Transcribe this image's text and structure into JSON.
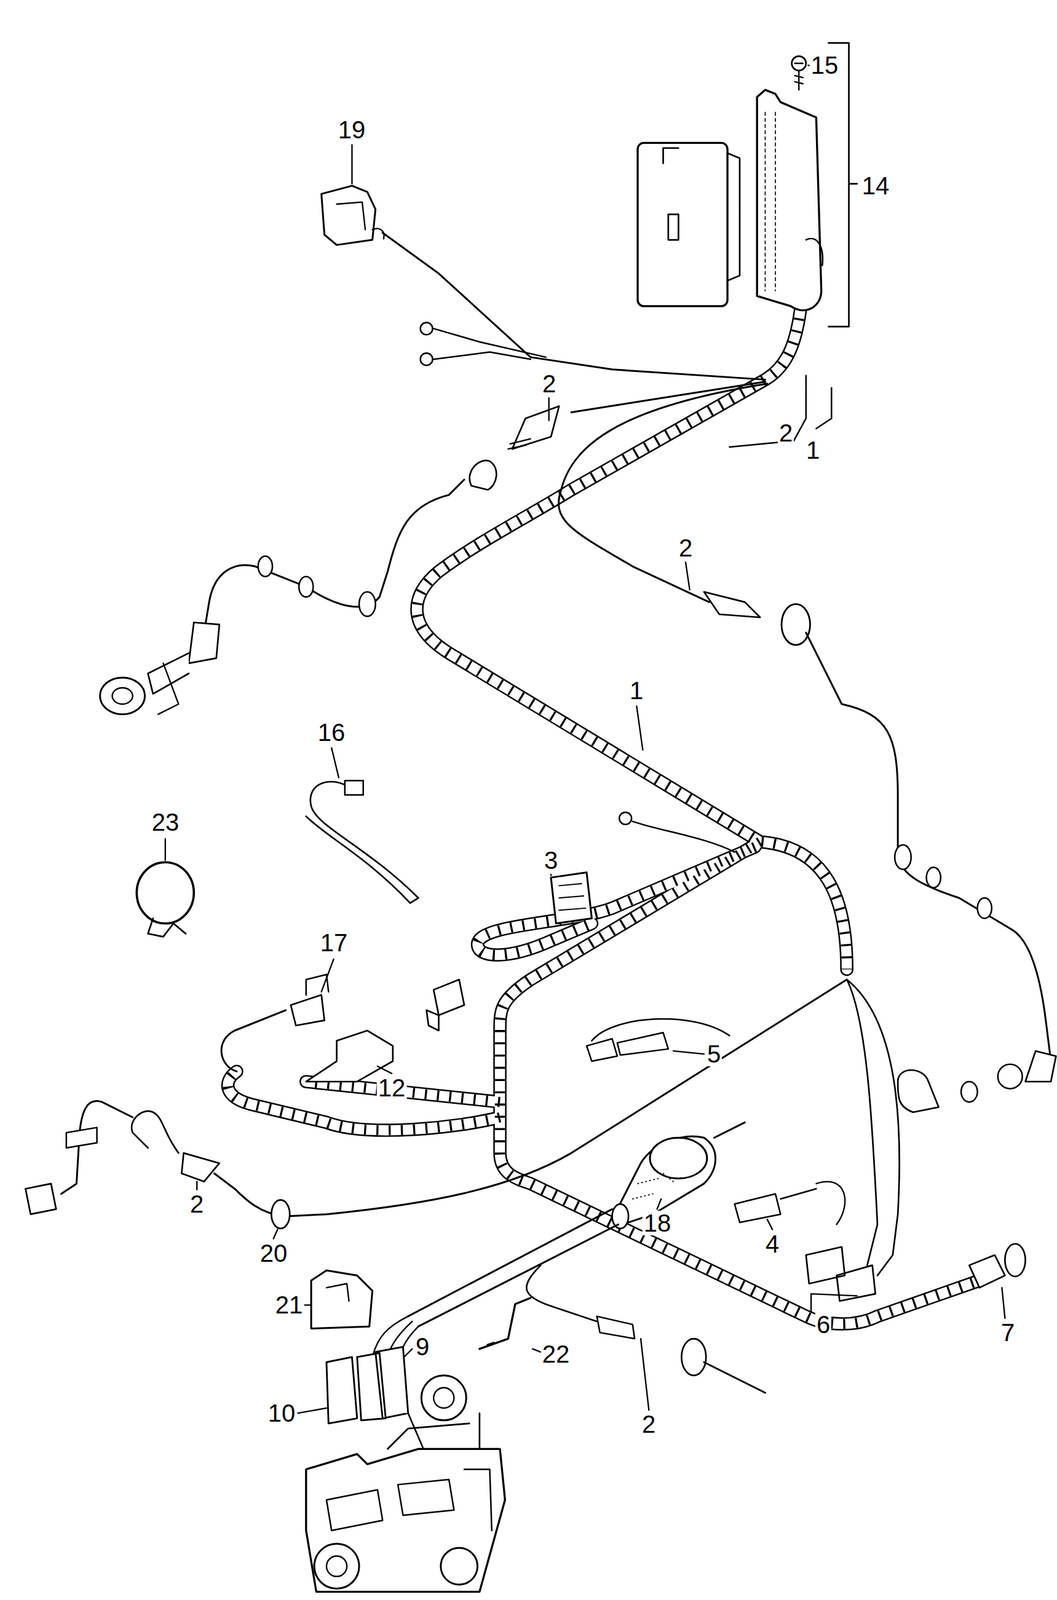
{
  "diagram": {
    "labels": [
      "15",
      "19",
      "14",
      "2",
      "2",
      "1",
      "2",
      "1",
      "16",
      "23",
      "3",
      "17",
      "5",
      "12",
      "2",
      "18",
      "4",
      "20",
      "21",
      "6",
      "7",
      "9",
      "22",
      "10",
      "2"
    ]
  }
}
